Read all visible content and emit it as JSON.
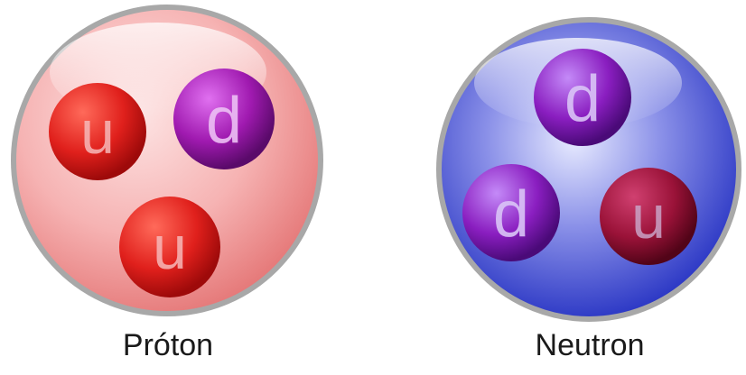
{
  "particles": [
    {
      "label": "Próton",
      "sphere_color": "#f4a5a5",
      "quarks": [
        {
          "letter": "u",
          "color": "#e2231f"
        },
        {
          "letter": "d",
          "color": "#a01ab0"
        },
        {
          "letter": "u",
          "color": "#e2231f"
        }
      ]
    },
    {
      "label": "Neutron",
      "sphere_color": "#4a52d8",
      "quarks": [
        {
          "letter": "d",
          "color": "#8a1ec0"
        },
        {
          "letter": "d",
          "color": "#8a1ec0"
        },
        {
          "letter": "u",
          "color": "#a0143a"
        }
      ]
    }
  ]
}
